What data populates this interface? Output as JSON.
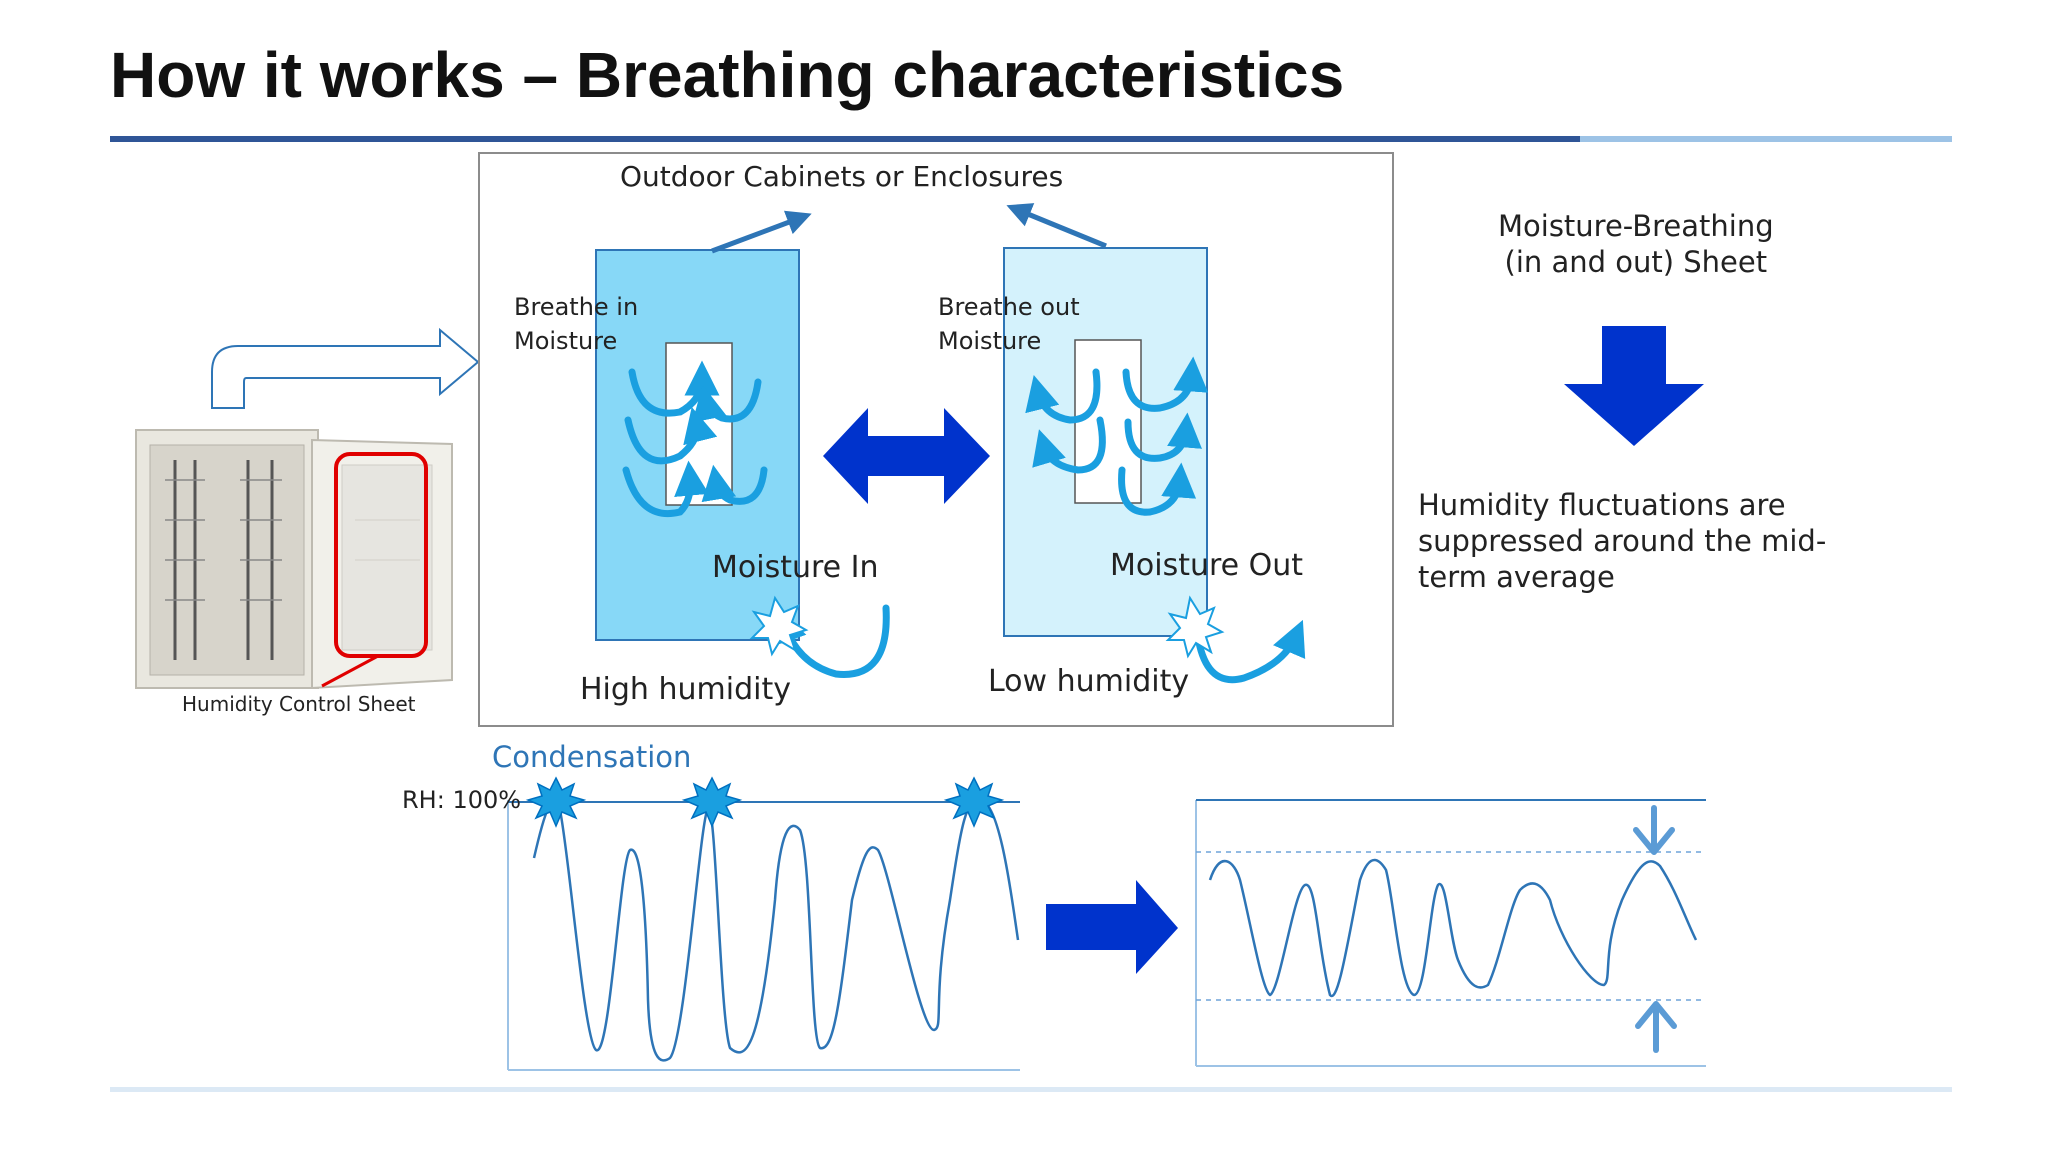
{
  "slide": {
    "title": "How it works – Breathing characteristics"
  },
  "diagram": {
    "box_title": "Outdoor Cabinets or Enclosures",
    "left_panel": {
      "breathe_label": "Breathe in\nMoisture",
      "moisture_label": "Moisture In",
      "humidity_label": "High humidity"
    },
    "right_panel": {
      "breathe_label": "Breathe out\nMoisture",
      "moisture_label": "Moisture Out",
      "humidity_label": "Low humidity"
    },
    "cabinet_caption": "Humidity Control Sheet",
    "sheet_title": "Moisture-Breathing\n(in and out) Sheet",
    "result_text": "Humidity fluctuations are\nsuppressed around the mid-\nterm average"
  },
  "graphs": {
    "condensation_label": "Condensation",
    "rh_label": "RH: 100%"
  },
  "colors": {
    "title_rule": "#2f5597",
    "title_rule_light": "#9dc3e6",
    "panel_left": "#87d8f7",
    "panel_right": "#d4f2fc",
    "arrow_blue": "#0033cc",
    "curve_blue": "#2e75b6",
    "cabinet_highlight": "#e00000"
  }
}
